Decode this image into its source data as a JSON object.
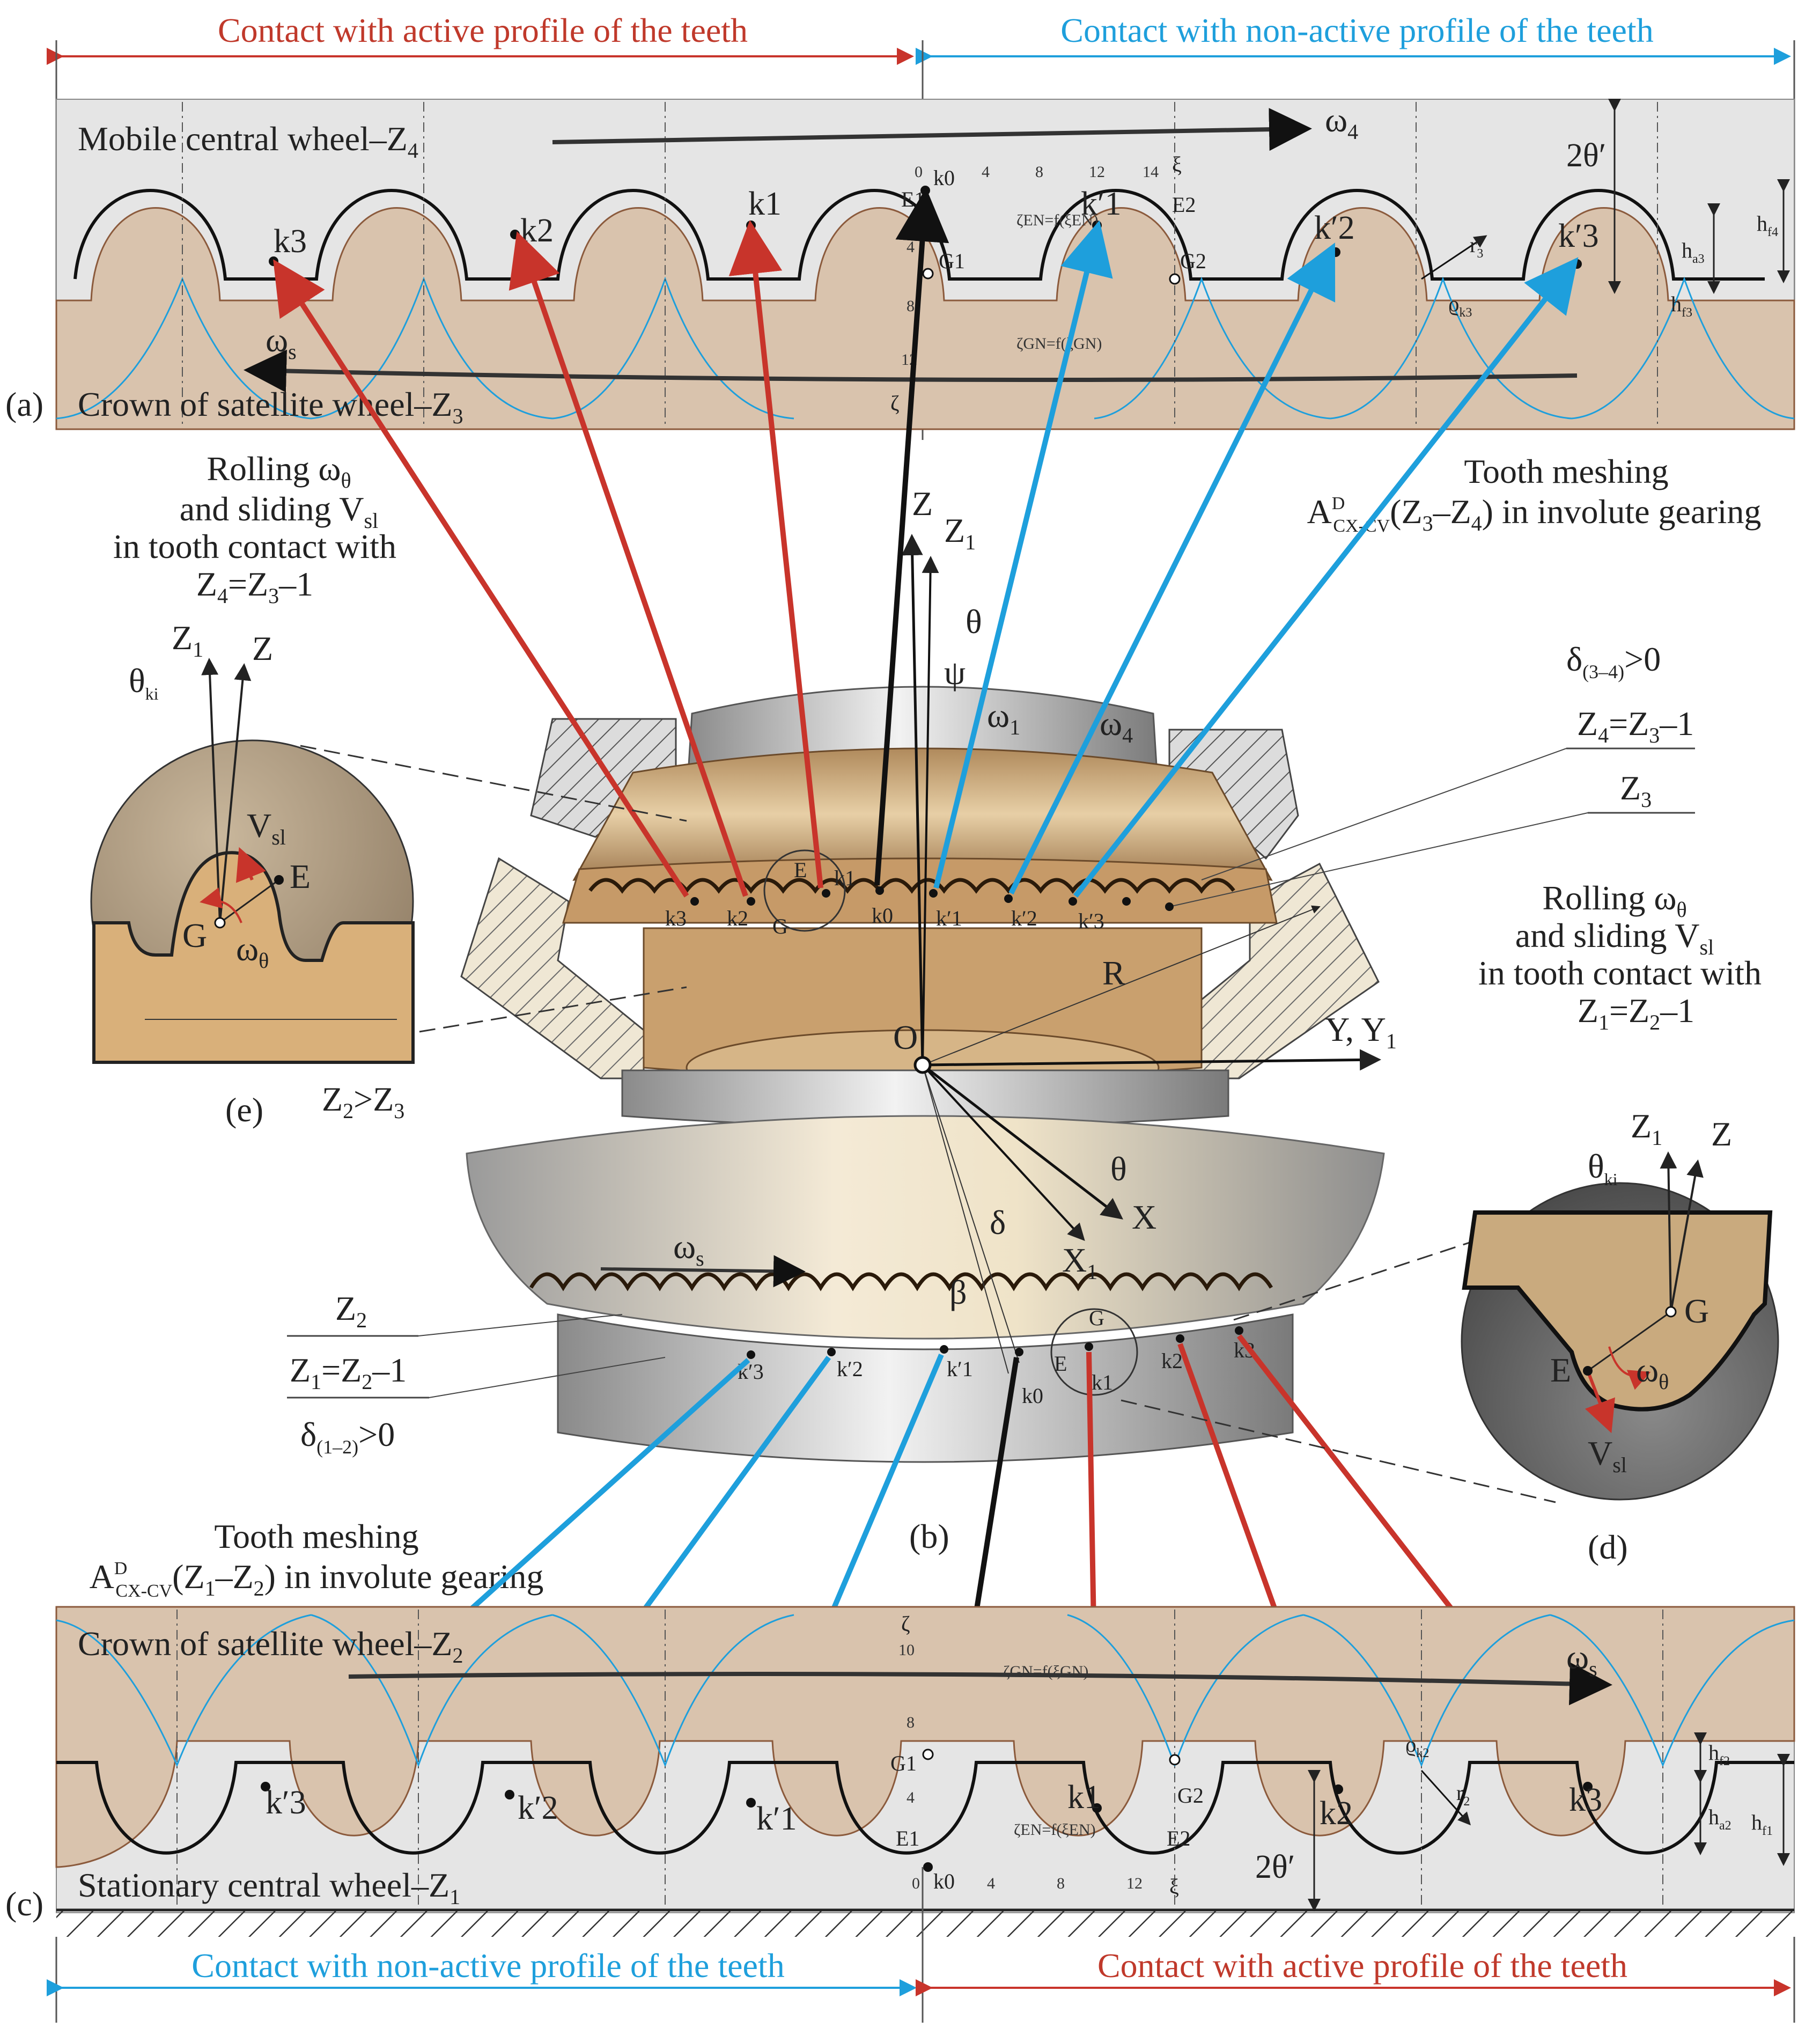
{
  "colors": {
    "active": "#c8342b",
    "non_active": "#1e9fdc",
    "tooth_fill": "#d8c2ad",
    "wheel_fill": "#e6e6e6",
    "bronze": "#c8a47a",
    "steel": "#b9b9b9"
  },
  "panel_a": {
    "tag": "(a)",
    "header_active": "Contact with active profile of the teeth",
    "header_nonactive": "Contact with non-active profile of the teeth",
    "mobile_wheel": "Mobile central wheel–Z",
    "mobile_wheel_sub": "4",
    "satellite_crown": "Crown of satellite wheel–Z",
    "satellite_crown_sub": "3",
    "omega4": "ω",
    "omega4_sub": "4",
    "omegas": "ω",
    "omegas_sub": "s",
    "angle_label": "2θ′",
    "hf4": "h",
    "hf4_sub": "f4",
    "ha3": "h",
    "ha3_sub": "a3",
    "hf3": "h",
    "hf3_sub": "f3",
    "r3": "r",
    "r3_sub": "3",
    "rho": "ϱ",
    "rho_sub": "k3",
    "E1": "E1",
    "E2": "E2",
    "G1": "G1",
    "G2": "G2",
    "k0": "k0",
    "points_active": [
      "k3",
      "k2",
      "k1"
    ],
    "points_nonactive": [
      "k′1",
      "k′2",
      "k′3"
    ],
    "axis_xi": "ξ",
    "axis_zeta": "ζ",
    "xi_ticks": [
      "0",
      "4",
      "8",
      "12",
      "14"
    ],
    "zeta_ticks": [
      "4",
      "8",
      "12"
    ],
    "curve_E": "ζEN=f(ξEN)",
    "curve_G": "ζGN=f(ξGN)"
  },
  "panel_b": {
    "tag": "(b)",
    "axis_Z": "Z",
    "axis_Z1": "Z",
    "axis_Z1_sub": "1",
    "theta": "θ",
    "psi": "ψ",
    "omega1": "ω",
    "omega1_sub": "1",
    "omega4": "ω",
    "omega4_sub": "4",
    "delta34": "δ",
    "delta34_sub": "(3–4)",
    "delta34_rest": ">0",
    "z4_eq": "Z",
    "z4_eq_rest": "=Z",
    "z4_eq_tail": "–1",
    "z3": "Z",
    "z3_sub": "3",
    "R": "R",
    "O": "O",
    "Y": "Y, Y",
    "Y_sub": "1",
    "X": "X",
    "X1": "X",
    "X1_sub": "1",
    "theta2": "θ",
    "delta": "δ",
    "beta": "β",
    "omegas": "ω",
    "omegas_sub": "s",
    "z2": "Z",
    "z2_sub": "2",
    "z1_eq": "Z",
    "z1_eq_rest": "=Z",
    "z1_eq_tail": "–1",
    "delta12": "δ",
    "delta12_sub": "(1–2)",
    "delta12_rest": ">0",
    "z2gtz3": "Z",
    "z2gtz3_rest": ">Z",
    "upper_points": [
      "k3",
      "k2",
      "k1",
      "k0",
      "k′1",
      "k′2",
      "k′3"
    ],
    "lower_points": [
      "k′3",
      "k′2",
      "k′1",
      "k0",
      "k1",
      "k2",
      "k3"
    ],
    "E": "E",
    "G": "G"
  },
  "upper_left_text": {
    "line1": "Rolling ω",
    "line1_sub": "θ",
    "line2": "and sliding V",
    "line2_sub": "sl",
    "line3": "in tooth contact with",
    "line4": "Z",
    "line4_rest": "=Z",
    "line4_tail": "–1"
  },
  "upper_right_text": {
    "line1": "Tooth meshing",
    "line2": "A",
    "line2_sup": "D",
    "line2_sub": "CX-CV",
    "line2_rest": "(Z",
    "line2_tail": "–Z",
    "line2_end": ") in involute gearing"
  },
  "right_middle_text": {
    "line1": "Rolling ω",
    "line1_sub": "θ",
    "line2": "and sliding V",
    "line2_sub": "sl",
    "line3": "in tooth contact with",
    "line4": "Z",
    "line4_rest": "=Z",
    "line4_tail": "–1"
  },
  "lower_left_text": {
    "line1": "Tooth meshing",
    "line2": "A",
    "line2_sup": "D",
    "line2_sub": "CX-CV",
    "line2_rest": "(Z",
    "line2_tail": "–Z",
    "line2_end": ") in involute gearing"
  },
  "panel_e": {
    "tag": "(e)",
    "Z1": "Z",
    "Z1_sub": "1",
    "Z": "Z",
    "theta": "θ",
    "theta_sub": "ki",
    "Vsl": "V",
    "Vsl_sub": "sl",
    "E": "E",
    "G": "G",
    "omega": "ω",
    "omega_sub": "θ"
  },
  "panel_d": {
    "tag": "(d)",
    "Z1": "Z",
    "Z1_sub": "1",
    "Z": "Z",
    "theta": "θ",
    "theta_sub": "ki",
    "Vsl": "V",
    "Vsl_sub": "sl",
    "E": "E",
    "G": "G",
    "omega": "ω",
    "omega_sub": "θ"
  },
  "panel_c": {
    "tag": "(c)",
    "header_nonactive": "Contact with non-active profile of the teeth",
    "header_active": "Contact with active profile of the teeth",
    "satellite_crown": "Crown of satellite wheel–Z",
    "satellite_crown_sub": "2",
    "stationary_wheel": "Stationary central wheel–Z",
    "stationary_wheel_sub": "1",
    "omegas": "ω",
    "omegas_sub": "s",
    "angle_label": "2θ′",
    "hf2": "h",
    "hf2_sub": "f2",
    "ha2": "h",
    "ha2_sub": "a2",
    "hf1": "h",
    "hf1_sub": "f1",
    "r2": "r",
    "r2_sub": "2",
    "rho": "ϱ",
    "rho_sub": "k2",
    "G1": "G1",
    "G2": "G2",
    "E1": "E1",
    "E2": "E2",
    "k0": "k0",
    "points_nonactive": [
      "k′3",
      "k′2",
      "k′1"
    ],
    "points_active": [
      "k1",
      "k2",
      "k3"
    ],
    "axis_xi": "ξ",
    "axis_zeta": "ζ",
    "xi_ticks": [
      "0",
      "4",
      "8",
      "12"
    ],
    "zeta_ticks": [
      "4",
      "8",
      "10"
    ],
    "curve_G": "ζGN=f(ξGN)",
    "curve_E": "ζEN=f(ξEN)"
  }
}
